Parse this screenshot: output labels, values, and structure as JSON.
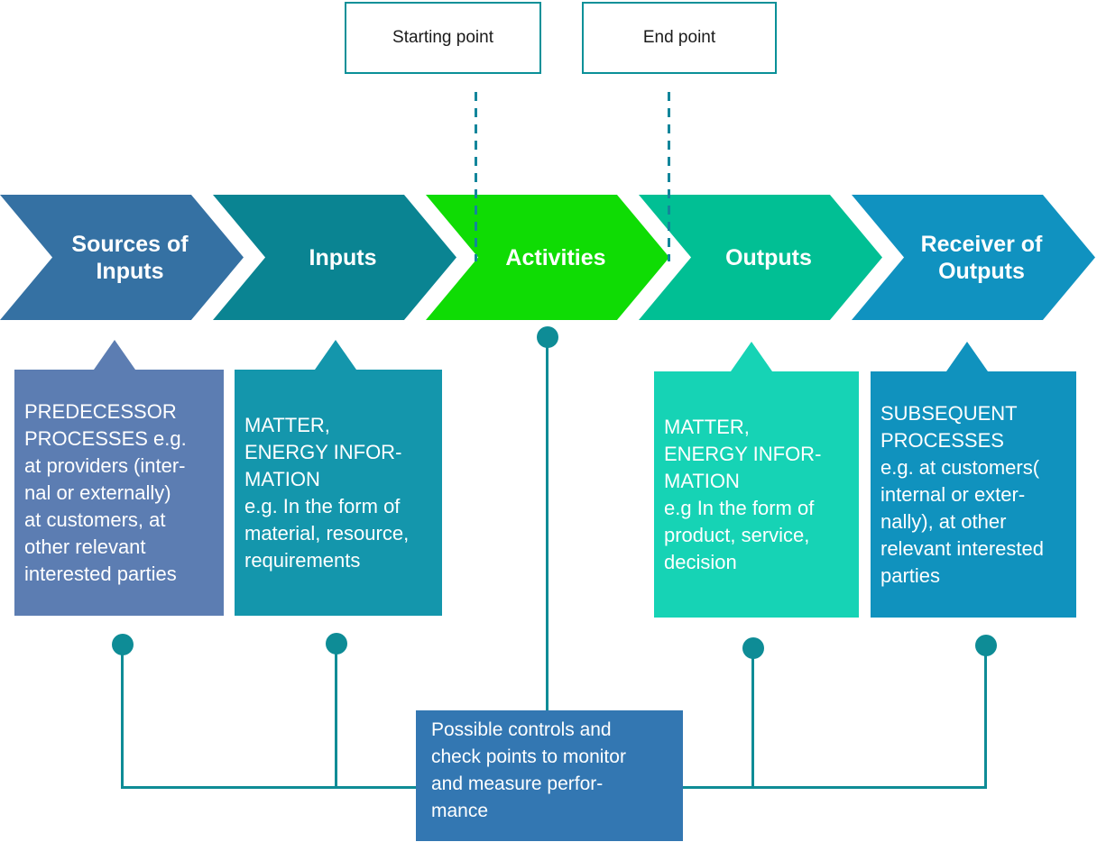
{
  "legend": {
    "starting_point": "Starting point",
    "end_point": "End point"
  },
  "colors": {
    "legend_border": "#0A9098",
    "dashed_line": "#13869B",
    "connector": "#0E8C96"
  },
  "chevrons": [
    {
      "label": "Sources of\nInputs",
      "color": "#3571A3"
    },
    {
      "label": "Inputs",
      "color": "#0A8492"
    },
    {
      "label": "Activities",
      "color": "#0FDC04"
    },
    {
      "label": "Outputs",
      "color": "#01BF94"
    },
    {
      "label": "Receiver of\nOutputs",
      "color": "#1092C0"
    }
  ],
  "callouts": [
    {
      "text": "PREDECESSOR\nPROCESSES e.g.\nat providers (inter-\nnal or externally)\nat customers, at\nother relevant\ninterested parties",
      "color": "#5C7DB2"
    },
    {
      "text": "MATTER,\nENERGY INFOR-\nMATION\ne.g. In the form of\nmaterial, resource,\nrequirements",
      "color": "#1496AC"
    },
    {
      "text": "MATTER,\nENERGY INFOR-\nMATION\ne.g In the form of\nproduct, service,\ndecision",
      "color": "#16D3B5"
    },
    {
      "text": "SUBSEQUENT\nPROCESSES\ne.g. at customers(\ninternal or exter-\nnally), at other\nrelevant interested\nparties",
      "color": "#1092BE"
    }
  ],
  "control_box": {
    "text": "Possible controls and\ncheck points to monitor\nand measure perfor-\nmance",
    "color": "#3377B2"
  }
}
